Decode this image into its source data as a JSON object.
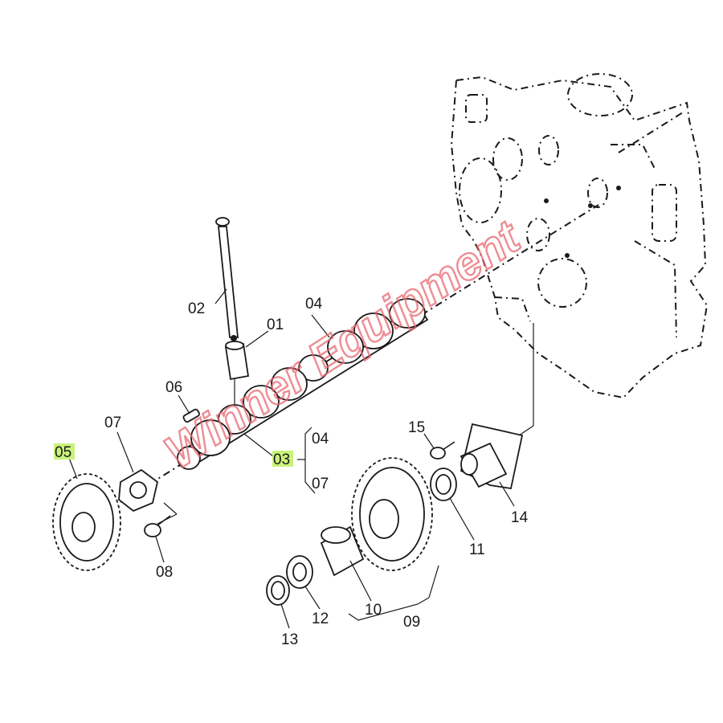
{
  "watermark": "Winner Equipment",
  "labels": [
    {
      "id": "01",
      "text": "01"
    },
    {
      "id": "02",
      "text": "02"
    },
    {
      "id": "03",
      "text": "03"
    },
    {
      "id": "04",
      "text": "04"
    },
    {
      "id": "04b",
      "text": "04"
    },
    {
      "id": "05",
      "text": "05"
    },
    {
      "id": "06",
      "text": "06"
    },
    {
      "id": "07",
      "text": "07"
    },
    {
      "id": "07b",
      "text": "07"
    },
    {
      "id": "08",
      "text": "08"
    },
    {
      "id": "09",
      "text": "09"
    },
    {
      "id": "10",
      "text": "10"
    },
    {
      "id": "11",
      "text": "11"
    },
    {
      "id": "12",
      "text": "12"
    },
    {
      "id": "13",
      "text": "13"
    },
    {
      "id": "14",
      "text": "14"
    },
    {
      "id": "15",
      "text": "15"
    }
  ],
  "highlighted": [
    "03",
    "05"
  ],
  "colors": {
    "line": "#1a1a1a",
    "highlight": "#c9f27a",
    "watermark": "#e8676f"
  }
}
